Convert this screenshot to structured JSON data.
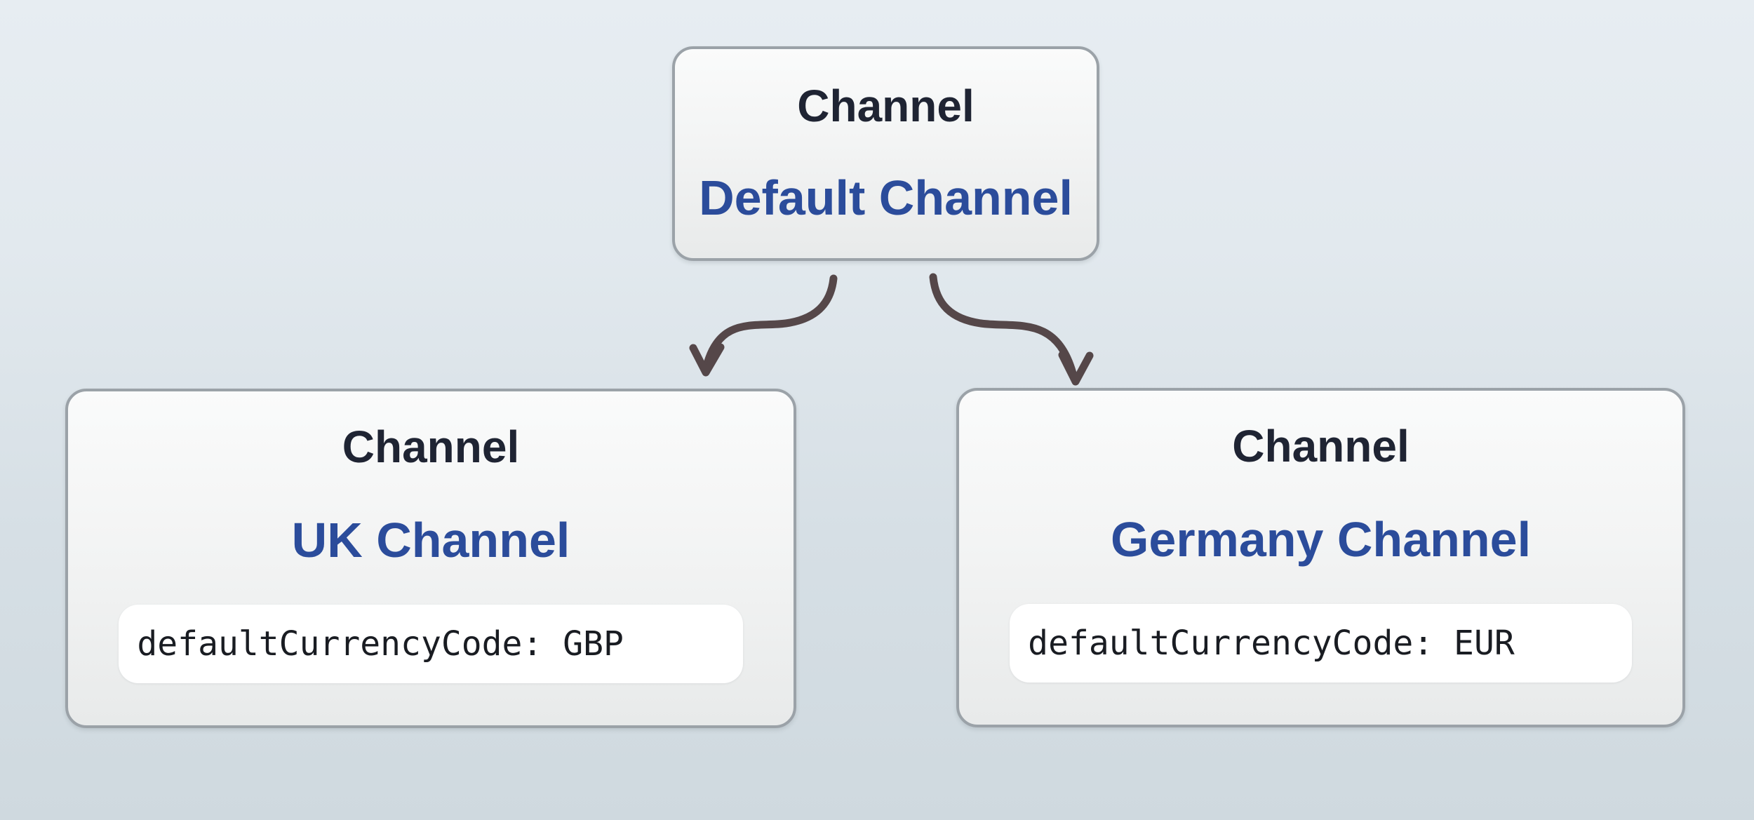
{
  "diagram": {
    "nodes": {
      "root": {
        "label": "Channel",
        "name": "Default Channel"
      },
      "uk": {
        "label": "Channel",
        "name": "UK Channel",
        "attribute": "defaultCurrencyCode: GBP"
      },
      "germany": {
        "label": "Channel",
        "name": "Germany Channel",
        "attribute": "defaultCurrencyCode: EUR"
      }
    },
    "edges": [
      {
        "from": "Default Channel",
        "to": "UK Channel"
      },
      {
        "from": "Default Channel",
        "to": "Germany Channel"
      }
    ],
    "colors": {
      "background_top": "#e7edf2",
      "background_bottom": "#cfd9df",
      "node_fill_top": "#fafbfb",
      "node_fill_bottom": "#e8eaea",
      "node_border": "#9ba2a8",
      "label_text": "#1f2433",
      "name_text": "#2b4c9b",
      "attribute_text": "#191c22",
      "attribute_background": "#ffffff",
      "arrow": "#554749"
    }
  }
}
